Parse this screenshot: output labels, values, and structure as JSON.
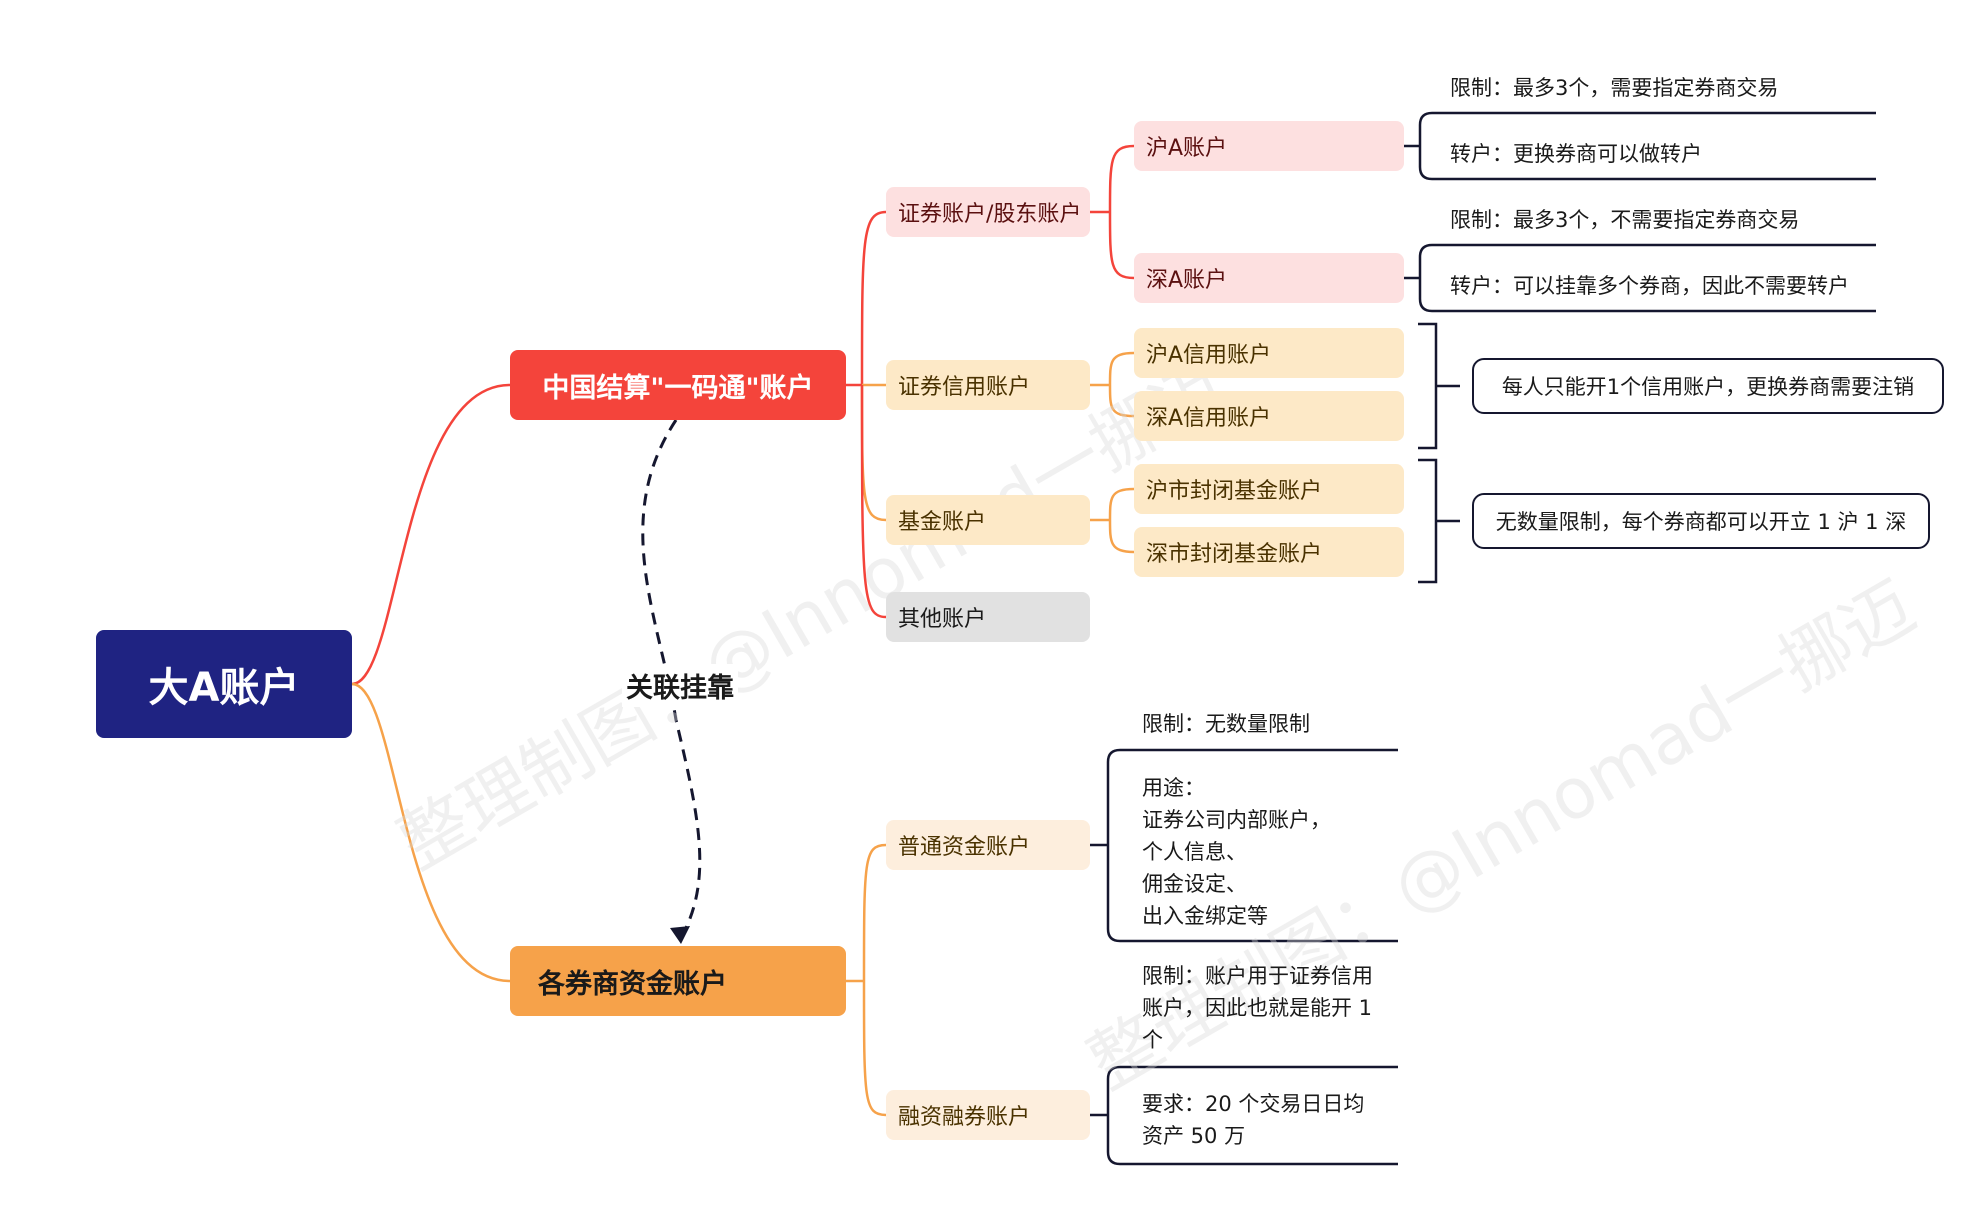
{
  "root": {
    "label": "大A账户"
  },
  "branches": {
    "csdc": {
      "label": "中国结算\"一码通\"账户",
      "securities": {
        "label": "证券账户/股东账户",
        "sh": {
          "label": "沪A账户",
          "limit": "限制：最多3个，需要指定券商交易",
          "transfer": "转户：更换券商可以做转户"
        },
        "sz": {
          "label": "深A账户",
          "limit": "限制：最多3个，不需要指定券商交易",
          "transfer": "转户：可以挂靠多个券商，因此不需要转户"
        }
      },
      "credit": {
        "label": "证券信用账户",
        "sh": "沪A信用账户",
        "sz": "深A信用账户",
        "note": "每人只能开1个信用账户，更换券商需要注销"
      },
      "fund": {
        "label": "基金账户",
        "sh": "沪市封闭基金账户",
        "sz": "深市封闭基金账户",
        "note": "无数量限制，每个券商都可以开立 1 沪 1 深"
      },
      "other": {
        "label": "其他账户"
      }
    },
    "broker": {
      "label": "各券商资金账户",
      "normal": {
        "label": "普通资金账户",
        "limit": "限制：无数量限制",
        "usage": [
          "用途：",
          "证券公司内部账户，",
          "个人信息、",
          "佣金设定、",
          "出入金绑定等"
        ]
      },
      "margin": {
        "label": "融资融券账户",
        "limit": [
          "限制：账户用于证券信用",
          "账户，因此也就是能开 1",
          "个"
        ],
        "require": [
          "要求：20 个交易日日均",
          "资产 50 万"
        ]
      }
    }
  },
  "link_label": "关联挂靠",
  "watermarks": [
    "整理制图：@Innomad一挪迈",
    "整理制图：@Innomad一挪迈"
  ],
  "colors": {
    "root": "#1f2382",
    "red_branch": "#f4443b",
    "orange_branch": "#f6a24a",
    "pink_node": "#fde0e0",
    "peach_node": "#fde9c7",
    "grey_node": "#e1e1e1",
    "outline": "#15172f"
  }
}
